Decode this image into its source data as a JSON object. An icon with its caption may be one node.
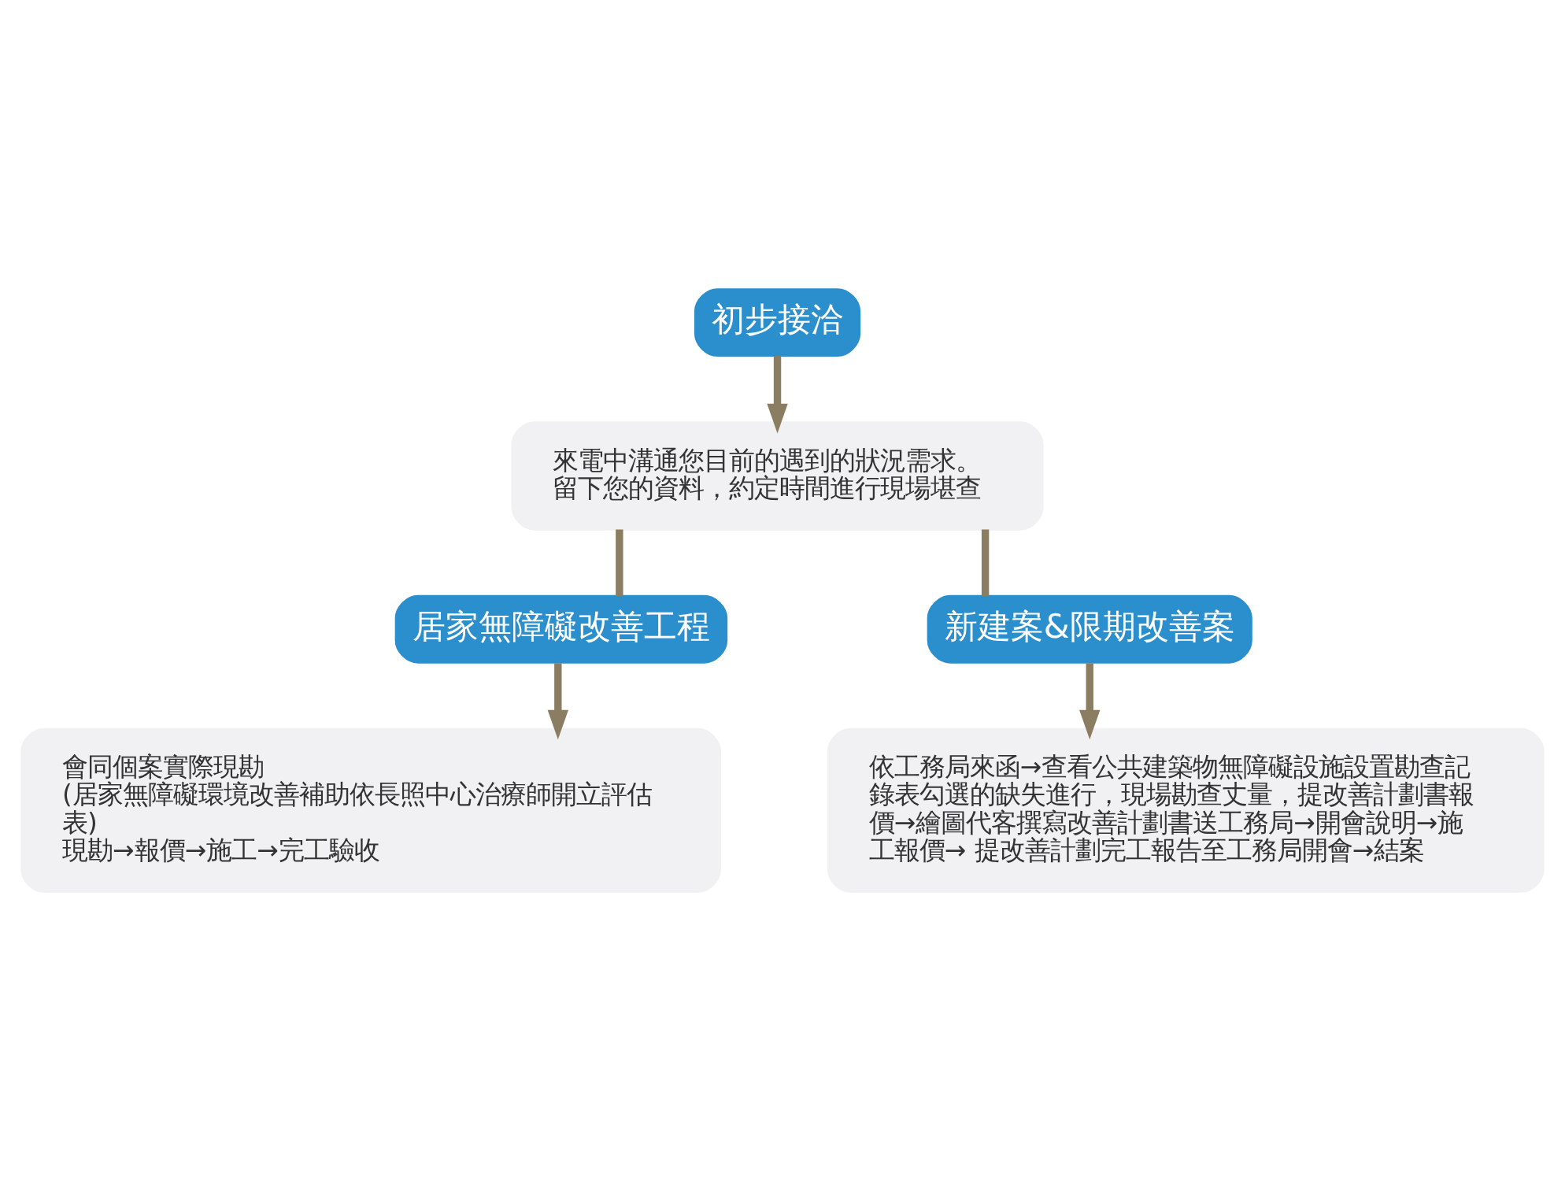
{
  "diagram": {
    "nodes": [
      {
        "text": [
          "初步接洽"
        ]
      },
      {
        "text": [
          "來電中溝通您目前的遇到的狀況需求。",
          "留下您的資料，約定時間進行現場堪查"
        ]
      },
      {
        "text": [
          "居家無障礙改善工程"
        ]
      },
      {
        "text": [
          "新建案&限期改善案"
        ]
      },
      {
        "text": [
          "會同個案實際現勘",
          "(居家無障礙環境改善補助依長照中心治療師開立評估表)",
          "現勘→報價→施工→完工驗收"
        ]
      },
      {
        "text": [
          "依工務局來函→查看公共建築物無障礙設施設置勘查記錄表勾選的缺失進行，現場勘查丈量，提改善計劃書報價→繪圖代客撰寫改善計劃書送工務局→開會說明→施工報價→ 提改善計劃完工報告至工務局開會→結案"
        ]
      }
    ],
    "edges": [
      {
        "from": 0,
        "to": 1,
        "arrow": "to"
      },
      {
        "from": 1,
        "to": 2,
        "arrow": "none"
      },
      {
        "from": 1,
        "to": 3,
        "arrow": "none"
      },
      {
        "from": 2,
        "to": 4,
        "arrow": "to"
      },
      {
        "from": 3,
        "to": 5,
        "arrow": "to"
      }
    ]
  }
}
